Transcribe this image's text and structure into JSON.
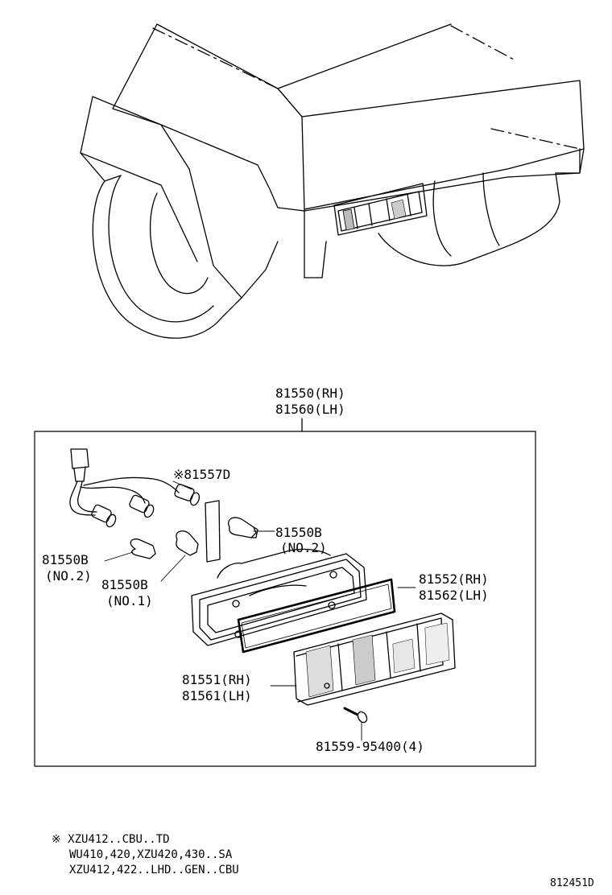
{
  "assembly": {
    "rh": "81550(RH)",
    "lh": "81560(LH)"
  },
  "parts": {
    "wire_harness": "※81557D",
    "bulb_right": {
      "part": "81550B",
      "qualifier": "(NO.2)"
    },
    "bulb_left": {
      "part": "81550B",
      "qualifier": "(NO.2)"
    },
    "bulb_center": {
      "part": "81550B",
      "qualifier": "(NO.1)"
    },
    "gasket": {
      "rh": "81552(RH)",
      "lh": "81562(LH)"
    },
    "lens": {
      "rh": "81551(RH)",
      "lh": "81561(LH)"
    },
    "screw": "81559-95400(4)"
  },
  "notes": {
    "line1": "※ XZU412..CBU..TD",
    "line2": "WU410,420,XZU420,430..SA",
    "line3": "XZU412,422..LHD..GEN..CBU"
  },
  "diagram_code": "812451D"
}
